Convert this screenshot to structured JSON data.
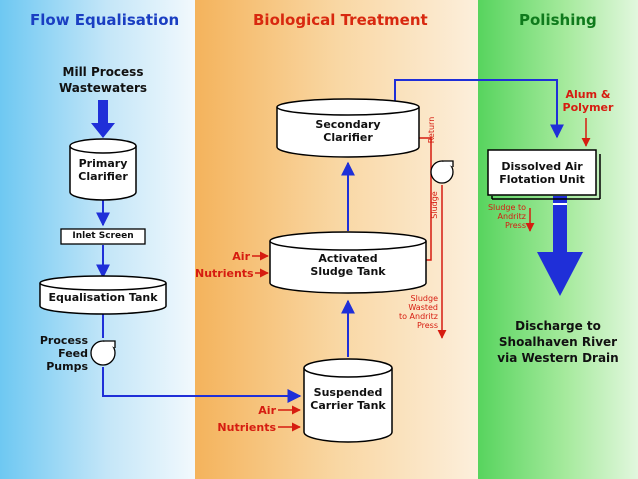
{
  "sections": {
    "flow_equalisation": "Flow Equalisation",
    "biological_treatment": "Biological Treatment",
    "polishing": "Polishing"
  },
  "nodes": {
    "mill_process_wastewaters": "Mill Process\nWastewaters",
    "primary_clarifier": "Primary\nClarifier",
    "inlet_screen": "Inlet Screen",
    "equalisation_tank": "Equalisation Tank",
    "process_feed_pumps": "Process\nFeed\nPumps",
    "suspended_carrier_tank": "Suspended\nCarrier Tank",
    "activated_sludge_tank": "Activated\nSludge Tank",
    "secondary_clarifier": "Secondary\nClarifier",
    "dissolved_air_flotation": "Dissolved Air\nFlotation Unit",
    "discharge": "Discharge to\nShoalhaven River\nvia Western Drain"
  },
  "inputs": {
    "air_activated": "Air",
    "nutrients_activated": "Nutrients",
    "air_carrier": "Air",
    "nutrients_carrier": "Nutrients",
    "alum_polymer": "Alum &\nPolymer"
  },
  "annotations": {
    "return": "Return",
    "sludge": "Sludge",
    "sludge_wasted": "Sludge\nWasted\nto Andritz\nPress",
    "sludge_to_andritz": "Sludge to\nAndritz\nPress"
  },
  "colors": {
    "flow_arrow": "#1f2fd8",
    "secondary_arrow": "#d61c10",
    "tank_fill": "#ffffff",
    "outline": "#000000",
    "panel_flow": "#6ec8f2",
    "panel_bio": "#f4b35c",
    "panel_polish": "#57d45e"
  }
}
